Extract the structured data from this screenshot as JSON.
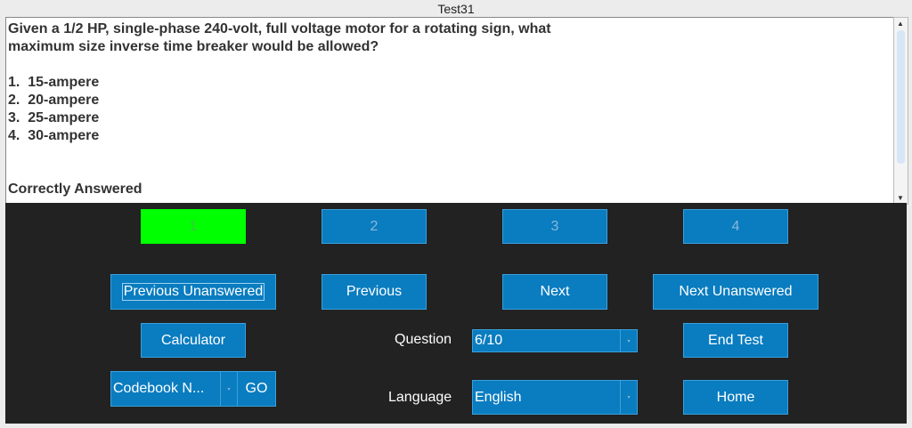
{
  "window": {
    "title": "Test31"
  },
  "question": {
    "text": "Given a 1/2 HP, single-phase 240-volt, full voltage motor for a rotating sign, what\nmaximum size inverse time breaker would be allowed?\n\n1.  15-ampere\n2.  20-ampere\n3.  25-ampere\n4.  30-ampere\n\n\nCorrectly Answered"
  },
  "answers": [
    "1",
    "2",
    "3",
    "4"
  ],
  "selected_answer_color": "#00ff00",
  "nav": {
    "prev_unanswered": "Previous Unanswered",
    "previous": "Previous",
    "next": "Next",
    "next_unanswered": "Next Unanswered",
    "calculator": "Calculator",
    "end_test": "End Test",
    "home": "Home",
    "go": "GO"
  },
  "codebook": {
    "value": "Codebook N..."
  },
  "question_select": {
    "label": "Question",
    "value": "6/10"
  },
  "language_select": {
    "label": "Language",
    "value": "English"
  }
}
